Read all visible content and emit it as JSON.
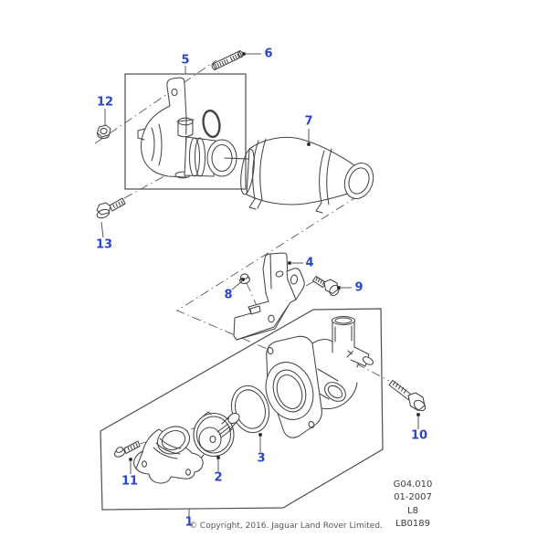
{
  "callouts": {
    "c1": "1",
    "c2": "2",
    "c3": "3",
    "c4": "4",
    "c5": "5",
    "c6": "6",
    "c7": "7",
    "c8": "8",
    "c9": "9",
    "c10": "10",
    "c11": "11",
    "c12": "12",
    "c13": "13"
  },
  "info_box": {
    "code": "G04.010",
    "date": "01-2007",
    "model": "L8",
    "sheet": "LB0189"
  },
  "footer": {
    "copyright": "© Copyright, 2016. Jaguar Land Rover Limited."
  },
  "colors": {
    "callout_blue": "#2946cb",
    "line_art_gray": "#454545",
    "info_text_gray": "#3a3a3a"
  }
}
